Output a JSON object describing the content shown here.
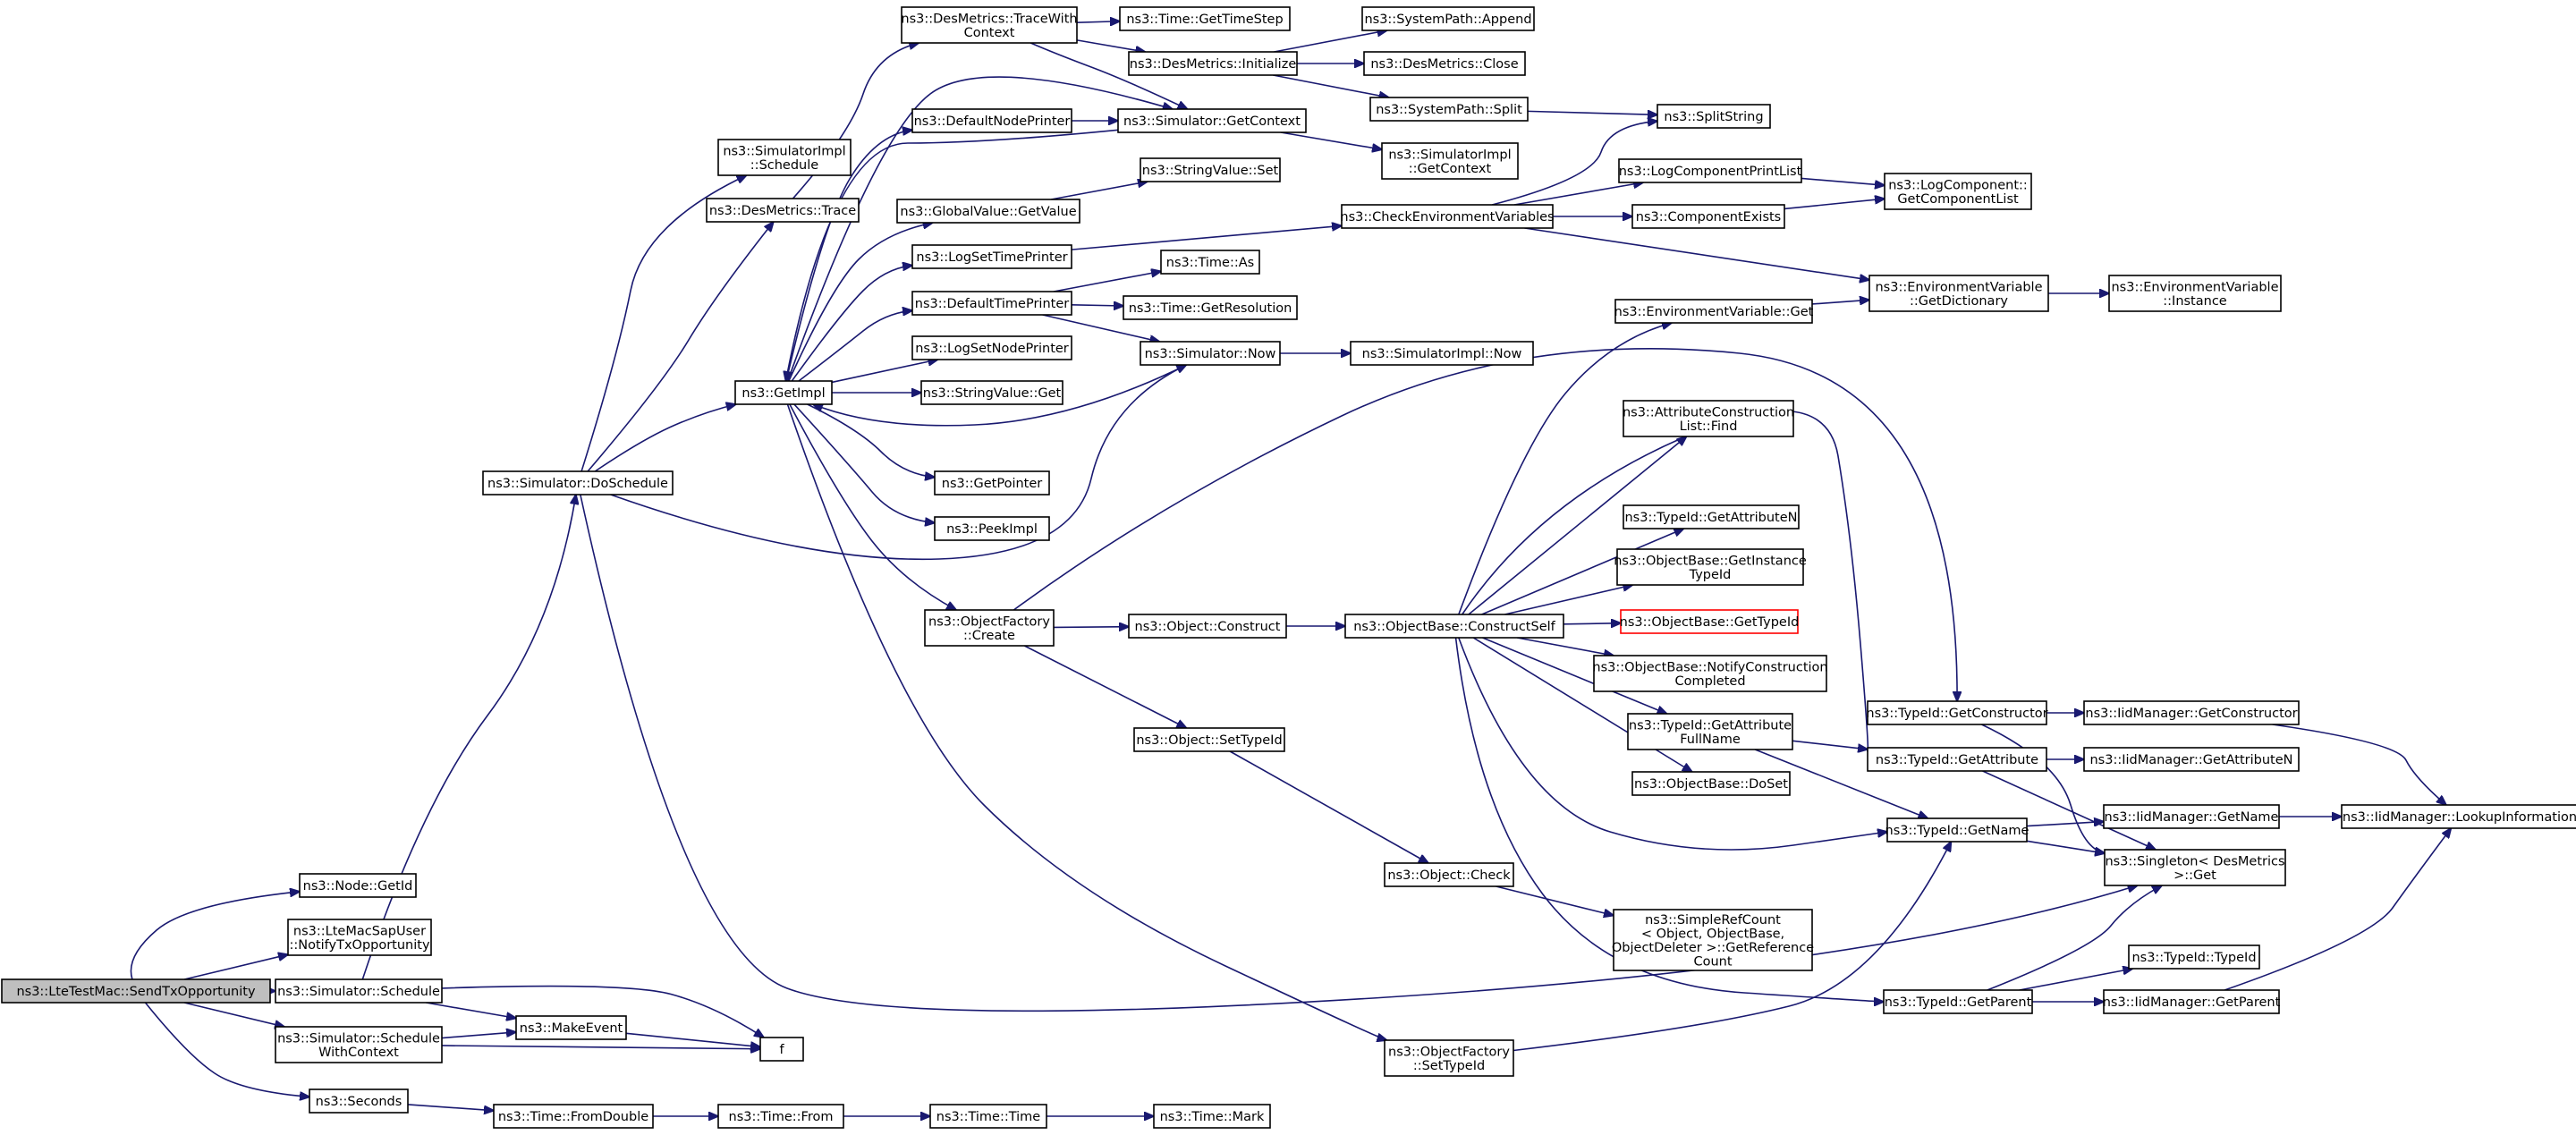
{
  "diagram": {
    "edge_color": "#191970",
    "highlight_fill": "#bfbfbf",
    "warning_border": "#ff0000",
    "nodes": [
      {
        "id": "root",
        "lines": [
          "ns3::LteTestMac::SendTxOpportunity"
        ],
        "style": "highlight"
      },
      {
        "id": "getid",
        "lines": [
          "ns3::Node::GetId"
        ]
      },
      {
        "id": "notifytx",
        "lines": [
          "ns3::LteMacSapUser",
          "::NotifyTxOpportunity"
        ]
      },
      {
        "id": "schedule",
        "lines": [
          "ns3::Simulator::Schedule"
        ]
      },
      {
        "id": "schedctx",
        "lines": [
          "ns3::Simulator::Schedule",
          "WithContext"
        ]
      },
      {
        "id": "seconds",
        "lines": [
          "ns3::Seconds"
        ]
      },
      {
        "id": "makeevent",
        "lines": [
          "ns3::MakeEvent"
        ]
      },
      {
        "id": "f",
        "lines": [
          "f"
        ]
      },
      {
        "id": "doschedule",
        "lines": [
          "ns3::Simulator::DoSchedule"
        ]
      },
      {
        "id": "simimplsched",
        "lines": [
          "ns3::SimulatorImpl",
          "::Schedule"
        ]
      },
      {
        "id": "desmtrace",
        "lines": [
          "ns3::DesMetrics::Trace"
        ]
      },
      {
        "id": "getimpl",
        "lines": [
          "ns3::GetImpl"
        ]
      },
      {
        "id": "tracewith",
        "lines": [
          "ns3::DesMetrics::TraceWith",
          "Context"
        ]
      },
      {
        "id": "gettimestep",
        "lines": [
          "ns3::Time::GetTimeStep"
        ]
      },
      {
        "id": "desminit",
        "lines": [
          "ns3::DesMetrics::Initialize"
        ]
      },
      {
        "id": "sysappend",
        "lines": [
          "ns3::SystemPath::Append"
        ]
      },
      {
        "id": "desmclose",
        "lines": [
          "ns3::DesMetrics::Close"
        ]
      },
      {
        "id": "syssplit",
        "lines": [
          "ns3::SystemPath::Split"
        ]
      },
      {
        "id": "splitstring",
        "lines": [
          "ns3::SplitString"
        ]
      },
      {
        "id": "defnodeprinter",
        "lines": [
          "ns3::DefaultNodePrinter"
        ]
      },
      {
        "id": "simgetctx",
        "lines": [
          "ns3::Simulator::GetContext"
        ]
      },
      {
        "id": "simimplgetctx",
        "lines": [
          "ns3::SimulatorImpl",
          "::GetContext"
        ]
      },
      {
        "id": "strvalset",
        "lines": [
          "ns3::StringValue::Set"
        ]
      },
      {
        "id": "gvgetvalue",
        "lines": [
          "ns3::GlobalValue::GetValue"
        ]
      },
      {
        "id": "logsettime",
        "lines": [
          "ns3::LogSetTimePrinter"
        ]
      },
      {
        "id": "checkenv",
        "lines": [
          "ns3::CheckEnvironmentVariables"
        ]
      },
      {
        "id": "logcompprint",
        "lines": [
          "ns3::LogComponentPrintList"
        ]
      },
      {
        "id": "logcompget",
        "lines": [
          "ns3::LogComponent::",
          "GetComponentList"
        ]
      },
      {
        "id": "compexists",
        "lines": [
          "ns3::ComponentExists"
        ]
      },
      {
        "id": "timeas",
        "lines": [
          "ns3::Time::As"
        ]
      },
      {
        "id": "deftimeprinter",
        "lines": [
          "ns3::DefaultTimePrinter"
        ]
      },
      {
        "id": "timegetres",
        "lines": [
          "ns3::Time::GetResolution"
        ]
      },
      {
        "id": "envgetdict",
        "lines": [
          "ns3::EnvironmentVariable",
          "::GetDictionary"
        ]
      },
      {
        "id": "envinstance",
        "lines": [
          "ns3::EnvironmentVariable",
          "::Instance"
        ]
      },
      {
        "id": "envget",
        "lines": [
          "ns3::EnvironmentVariable::Get"
        ]
      },
      {
        "id": "logsetnode",
        "lines": [
          "ns3::LogSetNodePrinter"
        ]
      },
      {
        "id": "simnow",
        "lines": [
          "ns3::Simulator::Now"
        ]
      },
      {
        "id": "simimplnow",
        "lines": [
          "ns3::SimulatorImpl::Now"
        ]
      },
      {
        "id": "strvalget",
        "lines": [
          "ns3::StringValue::Get"
        ]
      },
      {
        "id": "attrfind",
        "lines": [
          "ns3::AttributeConstruction",
          "List::Find"
        ]
      },
      {
        "id": "getpointer",
        "lines": [
          "ns3::GetPointer"
        ]
      },
      {
        "id": "peekimpl",
        "lines": [
          "ns3::PeekImpl"
        ]
      },
      {
        "id": "tidgetattrn",
        "lines": [
          "ns3::TypeId::GetAttributeN"
        ]
      },
      {
        "id": "obgetinst",
        "lines": [
          "ns3::ObjectBase::GetInstance",
          "TypeId"
        ]
      },
      {
        "id": "ofcreate",
        "lines": [
          "ns3::ObjectFactory",
          "::Create"
        ]
      },
      {
        "id": "objconstruct",
        "lines": [
          "ns3::Object::Construct"
        ]
      },
      {
        "id": "obconstructself",
        "lines": [
          "ns3::ObjectBase::ConstructSelf"
        ]
      },
      {
        "id": "obgettypeid",
        "lines": [
          "ns3::ObjectBase::GetTypeId"
        ],
        "style": "red"
      },
      {
        "id": "obnotify",
        "lines": [
          "ns3::ObjectBase::NotifyConstruction",
          "Completed"
        ]
      },
      {
        "id": "tidgetctor",
        "lines": [
          "ns3::TypeId::GetConstructor"
        ]
      },
      {
        "id": "iidgetctor",
        "lines": [
          "ns3::IidManager::GetConstructor"
        ]
      },
      {
        "id": "tidgetattrfull",
        "lines": [
          "ns3::TypeId::GetAttribute",
          "FullName"
        ]
      },
      {
        "id": "tidgetattr",
        "lines": [
          "ns3::TypeId::GetAttribute"
        ]
      },
      {
        "id": "iidgetattrn",
        "lines": [
          "ns3::IidManager::GetAttributeN"
        ]
      },
      {
        "id": "objsettypeid",
        "lines": [
          "ns3::Object::SetTypeId"
        ]
      },
      {
        "id": "obdoset",
        "lines": [
          "ns3::ObjectBase::DoSet"
        ]
      },
      {
        "id": "tidgetname",
        "lines": [
          "ns3::TypeId::GetName"
        ]
      },
      {
        "id": "iidgetname",
        "lines": [
          "ns3::IidManager::GetName"
        ]
      },
      {
        "id": "iidlookup",
        "lines": [
          "ns3::IidManager::LookupInformation"
        ]
      },
      {
        "id": "singleton",
        "lines": [
          "ns3::Singleton< DesMetrics",
          "&gt;::Get"
        ]
      },
      {
        "id": "objcheck",
        "lines": [
          "ns3::Object::Check"
        ]
      },
      {
        "id": "simplerefcount",
        "lines": [
          "ns3::SimpleRefCount",
          "< Object, ObjectBase,",
          "ObjectDeleter >::GetReference",
          "Count"
        ]
      },
      {
        "id": "tidtypeid",
        "lines": [
          "ns3::TypeId::TypeId"
        ]
      },
      {
        "id": "tidgetparent",
        "lines": [
          "ns3::TypeId::GetParent"
        ]
      },
      {
        "id": "iidgetparent",
        "lines": [
          "ns3::IidManager::GetParent"
        ]
      },
      {
        "id": "ofsettypeid",
        "lines": [
          "ns3::ObjectFactory",
          "::SetTypeId"
        ]
      },
      {
        "id": "timefromdouble",
        "lines": [
          "ns3::Time::FromDouble"
        ]
      },
      {
        "id": "timefrom",
        "lines": [
          "ns3::Time::From"
        ]
      },
      {
        "id": "timetime",
        "lines": [
          "ns3::Time::Time"
        ]
      },
      {
        "id": "timemark",
        "lines": [
          "ns3::Time::Mark"
        ]
      }
    ]
  }
}
